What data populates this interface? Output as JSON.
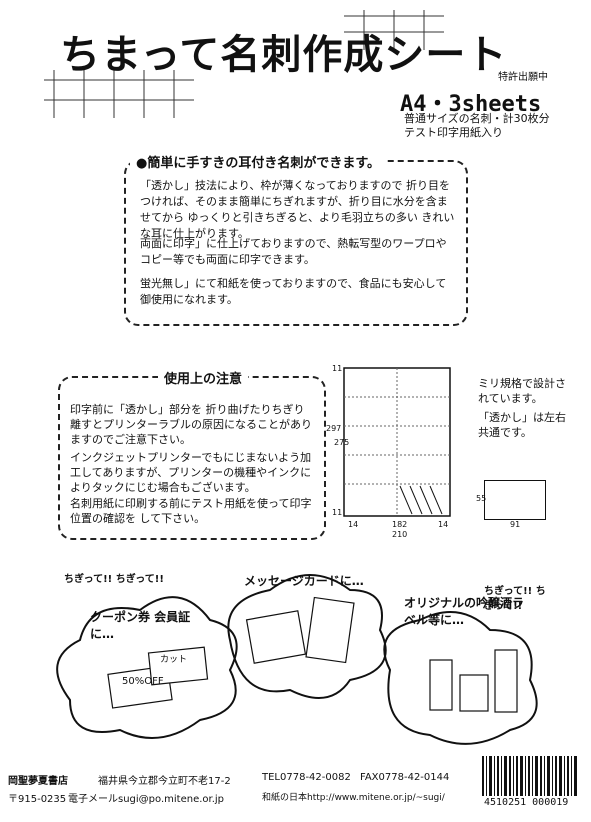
{
  "title": "ちまって名刺作成シート",
  "patent": "特許出願中",
  "format": "A4・3sheets",
  "spec_lines": [
    "普通サイズの名刺・計30枚分",
    "テスト印字用紙入り"
  ],
  "feature": {
    "heading": "●簡単に手すきの耳付き名刺ができます。",
    "items": [
      "「透かし」技法により、枠が薄くなっておりますので 折り目をつければ、そのまま簡単にちぎれますが、折り目に水分を含ませてから ゆっくりと引きちぎると、より毛羽立ちの多い きれいな耳に仕上がります。",
      "両面に印字」に仕上げておりますので、熱転写型のワープロやコピー等でも両面に印字できます。",
      "蛍光無し」にて和紙を使っておりますので、食品にも安心して御使用になれます。"
    ]
  },
  "caution": {
    "heading": "使用上の注意",
    "items": [
      "印字前に「透かし」部分を 折り曲げたりちぎり離すとプリンターラブルの原因になることがありますのでご注意下さい。",
      "インクジェットプリンターでもにじまないよう加工してありますが、プリンターの機種やインクによりタックにじむ場合もございます。",
      "名刺用紙に印刷する前にテスト用紙を使って印字位置の確認を して下さい。"
    ]
  },
  "diagram": {
    "labels": [
      "11",
      "297",
      "275",
      "11",
      "14",
      "182",
      "14",
      "210",
      "55",
      "91"
    ],
    "notes": [
      "ミリ規格で設計されています。",
      "「透かし」は左右共通です。"
    ]
  },
  "illustrations": {
    "shout1": "ちぎって!! ちぎって!!",
    "shout2": "ちぎって!! ちぎって!!",
    "coupon": "クーポン券 会員証に…",
    "message": "メッセージカードに…",
    "label": "オリジナルの吟醸酒ラベル等に…",
    "coupon_card": "50%OFF",
    "coupon_card2": "カット"
  },
  "footer": {
    "company": "岡聖夢夏書店",
    "address": "福井県今立郡今立町不老17-2",
    "tel": "TEL0778-42-0082",
    "fax": "FAX0778-42-0144",
    "zip": "〒915-0235",
    "email": "電子メールsugi@po.mitene.or.jp",
    "web": "和紙の日本http://www.mitene.or.jp/~sugi/",
    "barcode": "4510251 000019"
  }
}
